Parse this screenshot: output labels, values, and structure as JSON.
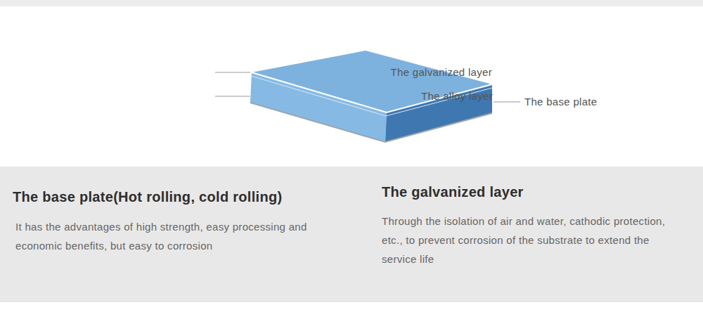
{
  "diagram": {
    "nodes": [
      {
        "text": [
          "The base plate(Hot rolling, cold rolling)",
          "It has the advantages of high strength, easy processing and economic benefits, but easy to corrosion",
          "The galvanized layer",
          "Through the isolation of air and water, cathodic protection, etc., to prevent corrosion of the substrate to extend the service life"
        ]
      }
    ],
    "labels": [
      "The galvanized layer",
      "The alloy layer",
      "The base plate"
    ]
  }
}
